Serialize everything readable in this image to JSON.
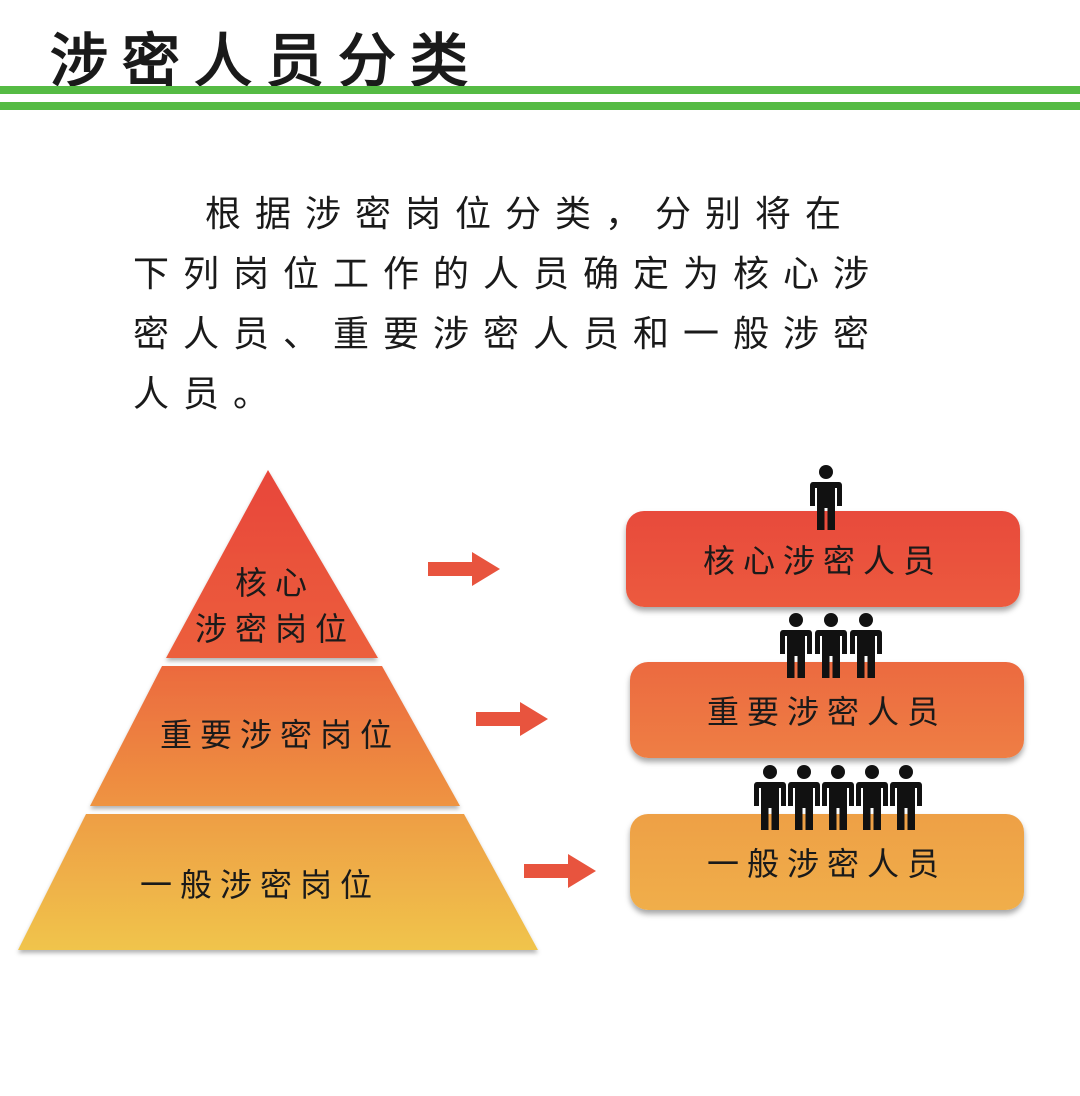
{
  "title": "涉密人员分类",
  "intro": "根据涉密岗位分类，分别将在下列岗位工作的人员确定为核心涉密人员、重要涉密人员和一般涉密人员。",
  "pyramid": {
    "top_line1": "核心",
    "top_line2": "涉密岗位",
    "middle": "重要涉密岗位",
    "bottom": "一般涉密岗位"
  },
  "personnel": {
    "core": "核心涉密人员",
    "important": "重要涉密人员",
    "general": "一般涉密人员"
  },
  "person_counts": {
    "core": 1,
    "important": 3,
    "general": 5
  },
  "colors": {
    "green_rule": "#55bb44",
    "red": "#e84e3c",
    "orange": "#ec7040",
    "amber": "#eea646",
    "arrow": "#e8543e"
  }
}
